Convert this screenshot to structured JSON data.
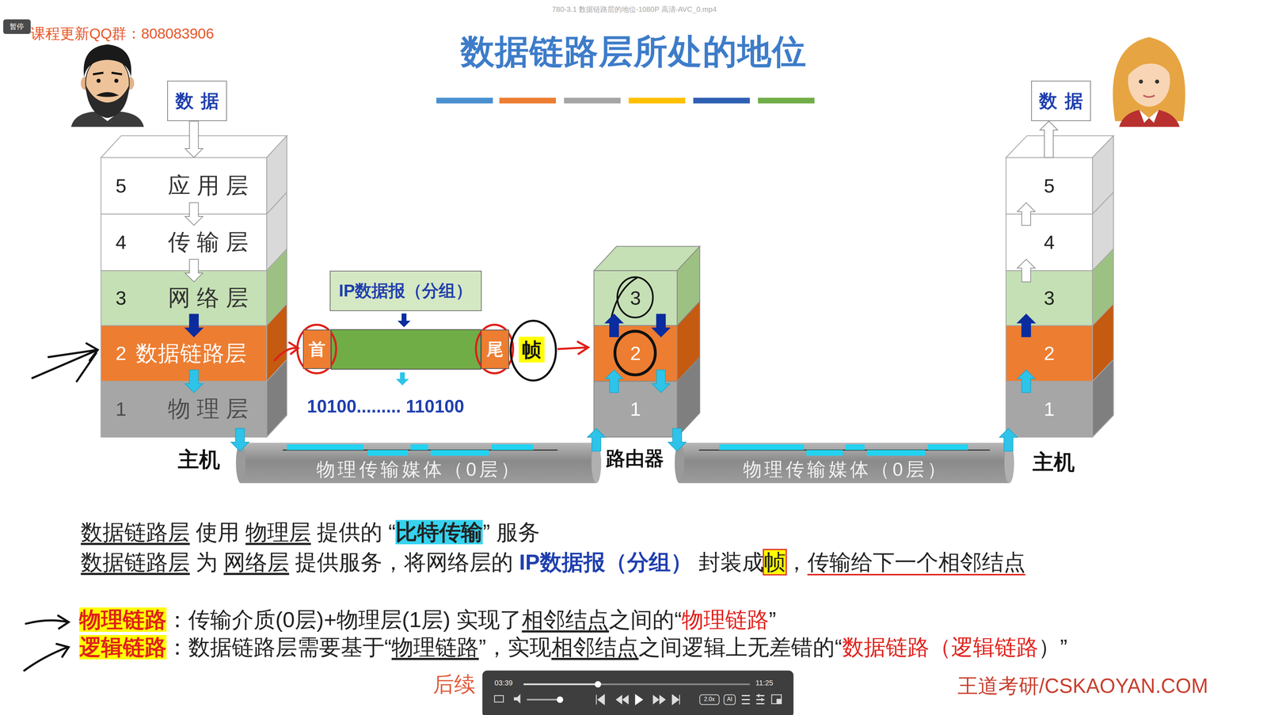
{
  "diagram": {
    "title": "数据链路层所处的地位",
    "nodes": [
      {
        "text": [
          "数据"
        ]
      },
      {
        "text": [
          "5",
          "应用层"
        ]
      },
      {
        "text": [
          "4",
          "传输层"
        ]
      },
      {
        "text": [
          "3",
          "网络层"
        ]
      },
      {
        "text": [
          "2",
          "数据链路层"
        ]
      },
      {
        "text": [
          "1",
          "物理层"
        ]
      },
      {
        "text": [
          "IP数据报（分组）"
        ]
      },
      {
        "text": [
          "首"
        ]
      },
      {
        "text": [
          "尾"
        ]
      },
      {
        "text": [
          "帧"
        ]
      },
      {
        "text": [
          "物理传输媒体（0层）"
        ]
      },
      {
        "text": [
          "3"
        ]
      },
      {
        "text": [
          "2"
        ]
      },
      {
        "text": [
          "1"
        ]
      },
      {
        "text": [
          "物理传输媒体（0层）"
        ]
      },
      {
        "text": [
          "数据"
        ]
      },
      {
        "text": [
          "5"
        ]
      },
      {
        "text": [
          "4"
        ]
      },
      {
        "text": [
          "3"
        ]
      },
      {
        "text": [
          "2"
        ]
      },
      {
        "text": [
          "1"
        ]
      }
    ],
    "edges": [
      {
        "from": 0,
        "to": 1,
        "arrow": "to"
      },
      {
        "from": 1,
        "to": 2,
        "arrow": "to"
      },
      {
        "from": 2,
        "to": 3,
        "arrow": "to"
      },
      {
        "from": 3,
        "to": 4,
        "arrow": "to"
      },
      {
        "from": 4,
        "to": 5,
        "arrow": "to"
      },
      {
        "from": 5,
        "to": 10,
        "arrow": "to"
      },
      {
        "from": 10,
        "to": 13,
        "arrow": "to"
      },
      {
        "from": 13,
        "to": 12,
        "arrow": "to"
      },
      {
        "from": 12,
        "to": 11,
        "arrow": "to"
      },
      {
        "from": 11,
        "to": 12,
        "arrow": "to"
      },
      {
        "from": 12,
        "to": 13,
        "arrow": "to"
      },
      {
        "from": 13,
        "to": 14,
        "arrow": "to"
      },
      {
        "from": 14,
        "to": 20,
        "arrow": "to"
      },
      {
        "from": 20,
        "to": 19,
        "arrow": "to"
      },
      {
        "from": 19,
        "to": 18,
        "arrow": "to"
      },
      {
        "from": 18,
        "to": 17,
        "arrow": "to"
      },
      {
        "from": 17,
        "to": 16,
        "arrow": "to"
      },
      {
        "from": 16,
        "to": 15,
        "arrow": "to"
      }
    ],
    "labels": [
      "780-3.1 数据链路层的地位-1080P 高清-AVC_0.mp4",
      "暂停",
      "课程更新QQ群：808083906",
      "10100......... 110100",
      "主机",
      "路由器",
      "主机",
      "数据链路层 使用 物理层 提供的 “比特传输” 服务",
      "数据链路层 为 网络层 提供服务，将网络层的 IP数据报（分组） 封装成帧，传输给下一个相邻结点",
      "物理链路：传输介质(0层)+物理层(1层) 实现了相邻结点之间的“物理链路”",
      "逻辑链路：数据链路层需要基于“物理链路”，实现相邻结点之间逻辑上无差错的“数据链路（逻辑链路）”",
      "后续",
      "王道考研/CSKAOYAN.COM",
      "03:39",
      "11:25",
      "2.0x",
      "AI"
    ]
  }
}
